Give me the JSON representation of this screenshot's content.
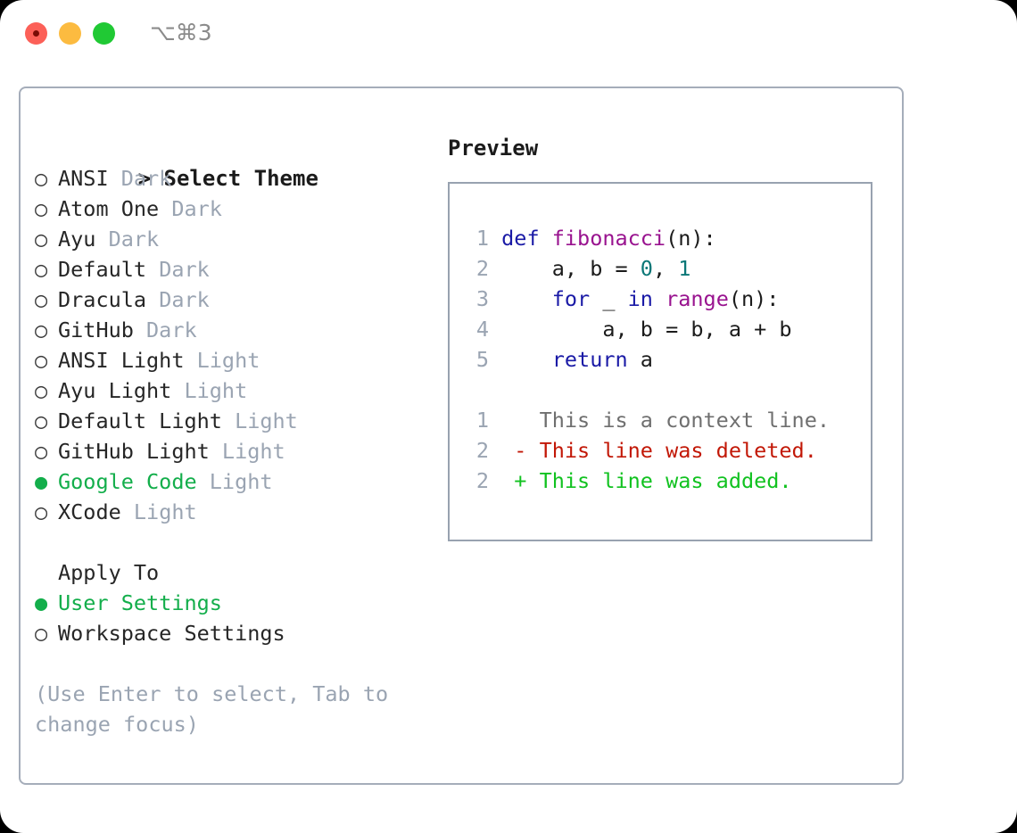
{
  "window": {
    "shortcut": "⌥⌘3",
    "traffic_lights": [
      "close",
      "minimize",
      "maximize"
    ]
  },
  "colors": {
    "accent_green": "#13ae4b",
    "muted_gray": "#9aa4b2",
    "border": "#a5adba",
    "preview_border": "#98a2b0",
    "keyword": "#1a1aa6",
    "function": "#99138f",
    "number": "#0b7777",
    "diff_deleted": "#c21807",
    "diff_added": "#11c220",
    "diff_context": "#6f6f6f"
  },
  "theme_picker": {
    "caret": ">",
    "header": "Select Theme",
    "bullet_selected": "●",
    "bullet_unselected": "○",
    "items": [
      {
        "name": "ANSI",
        "kind": "Dark",
        "selected": false
      },
      {
        "name": "Atom One",
        "kind": "Dark",
        "selected": false
      },
      {
        "name": "Ayu",
        "kind": "Dark",
        "selected": false
      },
      {
        "name": "Default",
        "kind": "Dark",
        "selected": false
      },
      {
        "name": "Dracula",
        "kind": "Dark",
        "selected": false
      },
      {
        "name": "GitHub",
        "kind": "Dark",
        "selected": false
      },
      {
        "name": "ANSI Light",
        "kind": "Light",
        "selected": false
      },
      {
        "name": "Ayu Light",
        "kind": "Light",
        "selected": false
      },
      {
        "name": "Default Light",
        "kind": "Light",
        "selected": false
      },
      {
        "name": "GitHub Light",
        "kind": "Light",
        "selected": false
      },
      {
        "name": "Google Code",
        "kind": "Light",
        "selected": true
      },
      {
        "name": "XCode",
        "kind": "Light",
        "selected": false
      }
    ]
  },
  "apply_to": {
    "heading": "Apply To",
    "options": [
      {
        "label": "User Settings",
        "selected": true
      },
      {
        "label": "Workspace Settings",
        "selected": false
      }
    ]
  },
  "hint": "(Use Enter to select, Tab to change focus)",
  "preview": {
    "title": "Preview",
    "code_lines": [
      {
        "num": "1",
        "tokens": [
          {
            "t": "def ",
            "c": "kw"
          },
          {
            "t": "fibonacci",
            "c": "fn"
          },
          {
            "t": "(n):",
            "c": "plain"
          }
        ]
      },
      {
        "num": "2",
        "tokens": [
          {
            "t": "    a, b = ",
            "c": "plain"
          },
          {
            "t": "0",
            "c": "num"
          },
          {
            "t": ", ",
            "c": "plain"
          },
          {
            "t": "1",
            "c": "num"
          }
        ]
      },
      {
        "num": "3",
        "tokens": [
          {
            "t": "    ",
            "c": "plain"
          },
          {
            "t": "for",
            "c": "kw"
          },
          {
            "t": " _ ",
            "c": "plain"
          },
          {
            "t": "in",
            "c": "kw"
          },
          {
            "t": " ",
            "c": "plain"
          },
          {
            "t": "range",
            "c": "fn"
          },
          {
            "t": "(n):",
            "c": "plain"
          }
        ]
      },
      {
        "num": "4",
        "tokens": [
          {
            "t": "        a, b = b, a + b",
            "c": "plain"
          }
        ]
      },
      {
        "num": "5",
        "tokens": [
          {
            "t": "    ",
            "c": "plain"
          },
          {
            "t": "return",
            "c": "kw"
          },
          {
            "t": " a",
            "c": "plain"
          }
        ]
      }
    ],
    "diff_lines": [
      {
        "num": "1",
        "marker": " ",
        "text": "This is a context line.",
        "kind": "ctx"
      },
      {
        "num": "2",
        "marker": "-",
        "text": "This line was deleted.",
        "kind": "del"
      },
      {
        "num": "2",
        "marker": "+",
        "text": "This line was added.",
        "kind": "add"
      }
    ]
  }
}
